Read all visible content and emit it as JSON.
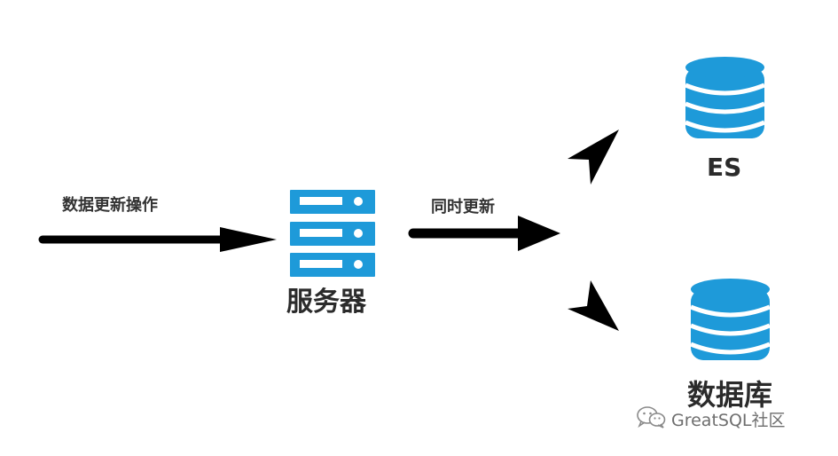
{
  "labels": {
    "input_operation": "数据更新操作",
    "sync_update": "同时更新",
    "server": "服务器",
    "es": "ES",
    "database": "数据库"
  },
  "watermark": {
    "text": "GreatSQL社区",
    "icon": "wechat-icon"
  },
  "colors": {
    "accent_blue": "#1e9ad9",
    "arrow": "#000000",
    "text": "#333333"
  }
}
